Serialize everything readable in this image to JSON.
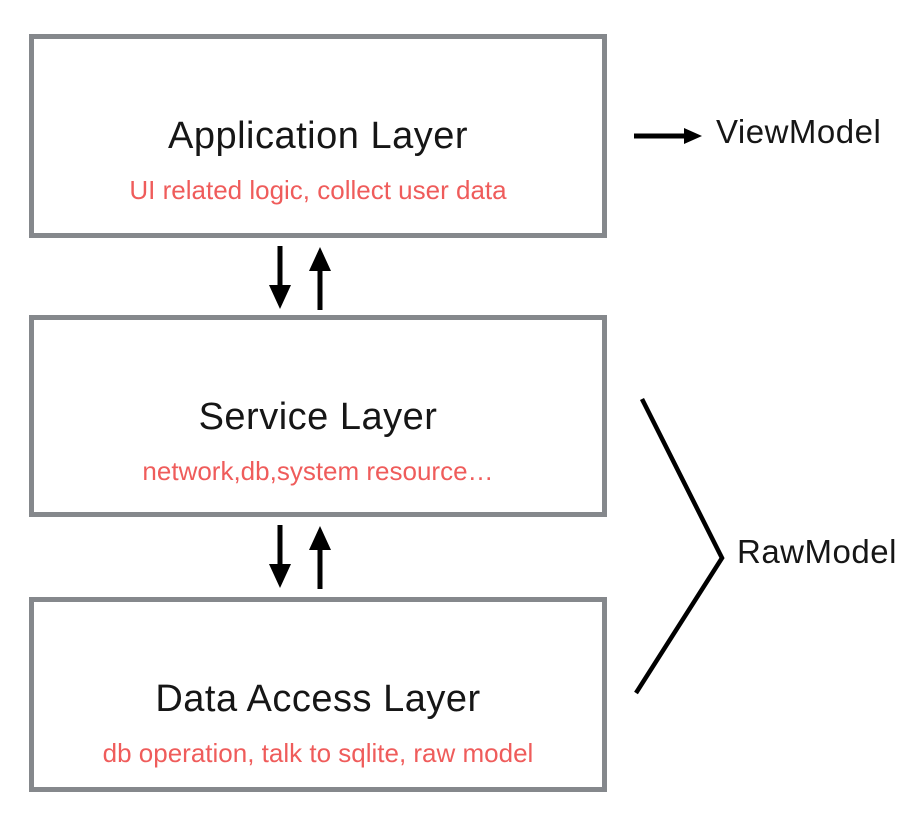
{
  "diagram": {
    "layers": [
      {
        "title": "Application Layer",
        "subtitle": "UI related logic, collect user data"
      },
      {
        "title": "Service Layer",
        "subtitle": "network,db,system resource…"
      },
      {
        "title": "Data Access Layer",
        "subtitle": "db operation, talk to sqlite, raw model"
      }
    ],
    "annotations": {
      "view_model_label": "ViewModel",
      "raw_model_label": "RawModel"
    },
    "colors": {
      "box_border": "#85888c",
      "title_text": "#161616",
      "subtitle_text": "#ef5c5b",
      "connector": "#000000",
      "background": "#ffffff"
    }
  }
}
